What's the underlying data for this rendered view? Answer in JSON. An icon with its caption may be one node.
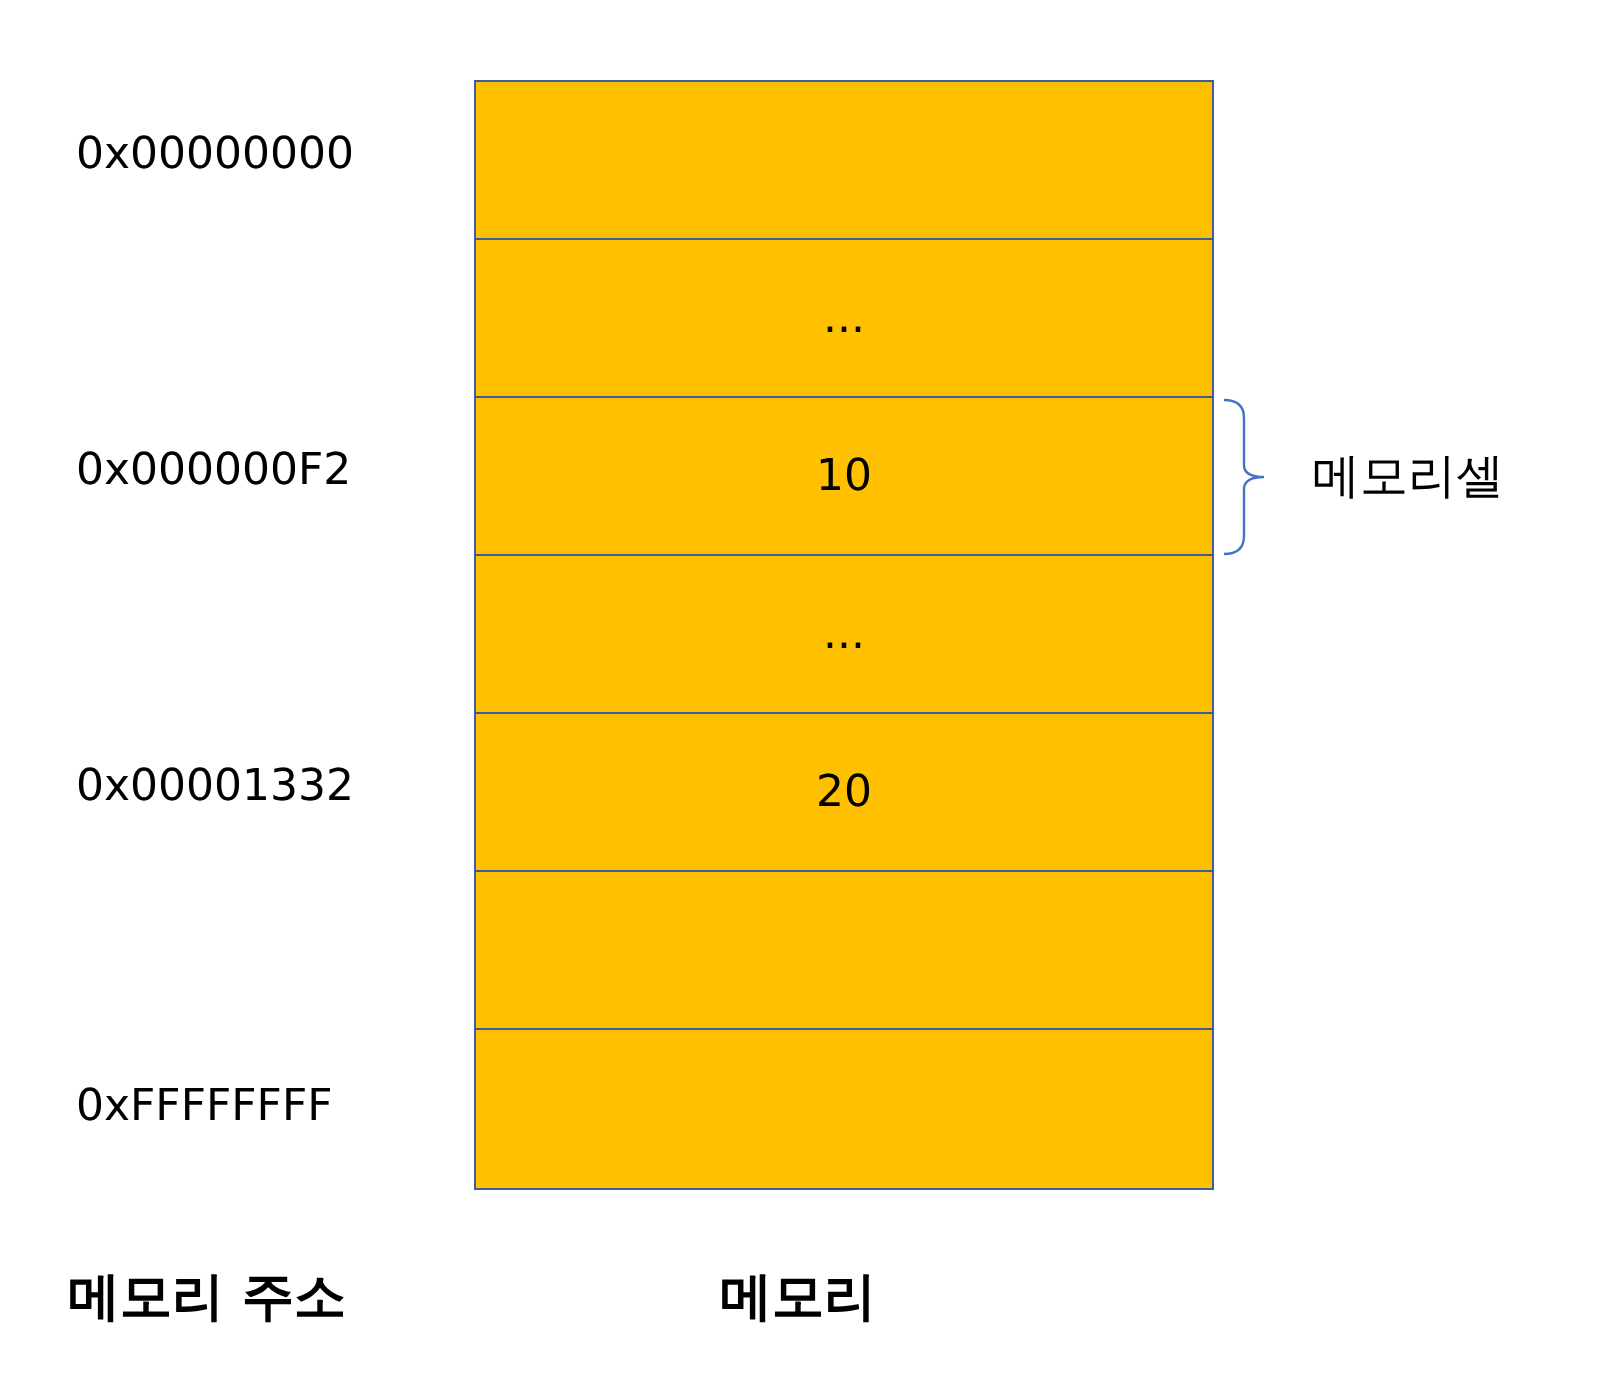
{
  "diagram": {
    "nodes": [
      {
        "text": [
          "메모리"
        ]
      },
      {
        "text": [],
        "shape": "box",
        "in": 0
      },
      {
        "text": [
          "..."
        ],
        "in": 0
      },
      {
        "text": [
          "10"
        ],
        "in": 0,
        "beside": [
          "메모리셀"
        ]
      },
      {
        "text": [
          "..."
        ],
        "in": 0
      },
      {
        "text": [
          "20"
        ],
        "in": 0
      },
      {
        "text": [],
        "shape": "box",
        "in": 0
      },
      {
        "text": [],
        "shape": "box",
        "in": 0
      }
    ],
    "edges": [],
    "labels": [
      "0x00000000",
      "0x000000F2",
      "0x00001332",
      "0xFFFFFFFF",
      "메모리 주소"
    ]
  }
}
